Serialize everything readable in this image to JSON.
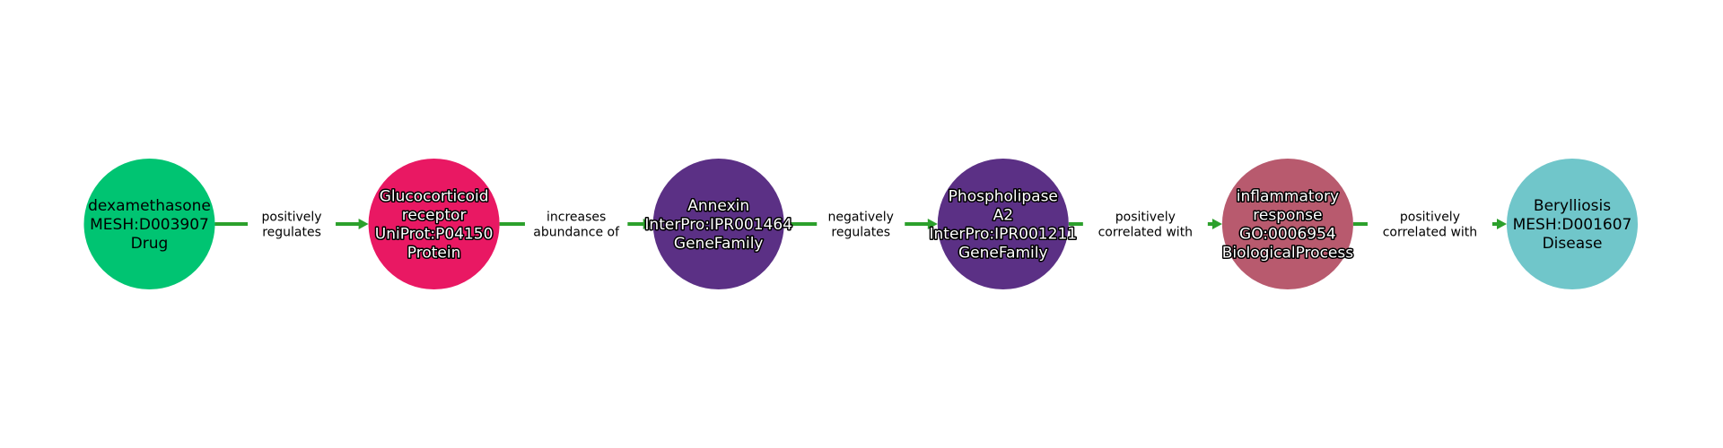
{
  "edge_color": "#2CA02C",
  "nodes": [
    {
      "lines": [
        "dexamethasone",
        "MESH:D003907",
        "Drug"
      ],
      "color": "#00C472",
      "text_style": "dark"
    },
    {
      "lines": [
        "Glucocorticoid",
        "receptor",
        "UniProt:P04150",
        "Protein"
      ],
      "color": "#E91863",
      "text_style": "light"
    },
    {
      "lines": [
        "Annexin",
        "InterPro:IPR001464",
        "GeneFamily"
      ],
      "color": "#5B3085",
      "text_style": "light"
    },
    {
      "lines": [
        "Phospholipase",
        "A2",
        "InterPro:IPR001211",
        "GeneFamily"
      ],
      "color": "#5B3085",
      "text_style": "light"
    },
    {
      "lines": [
        "inflammatory",
        "response",
        "GO:0006954",
        "BiologicalProcess"
      ],
      "color": "#B85A6E",
      "text_style": "light"
    },
    {
      "lines": [
        "Berylliosis",
        "MESH:D001607",
        "Disease"
      ],
      "color": "#70C6CA",
      "text_style": "dark"
    }
  ],
  "edges": [
    {
      "lines": [
        "positively",
        "regulates"
      ]
    },
    {
      "lines": [
        "increases",
        "abundance of"
      ]
    },
    {
      "lines": [
        "negatively",
        "regulates"
      ]
    },
    {
      "lines": [
        "positively",
        "correlated with"
      ]
    },
    {
      "lines": [
        "positively",
        "correlated with"
      ]
    }
  ]
}
